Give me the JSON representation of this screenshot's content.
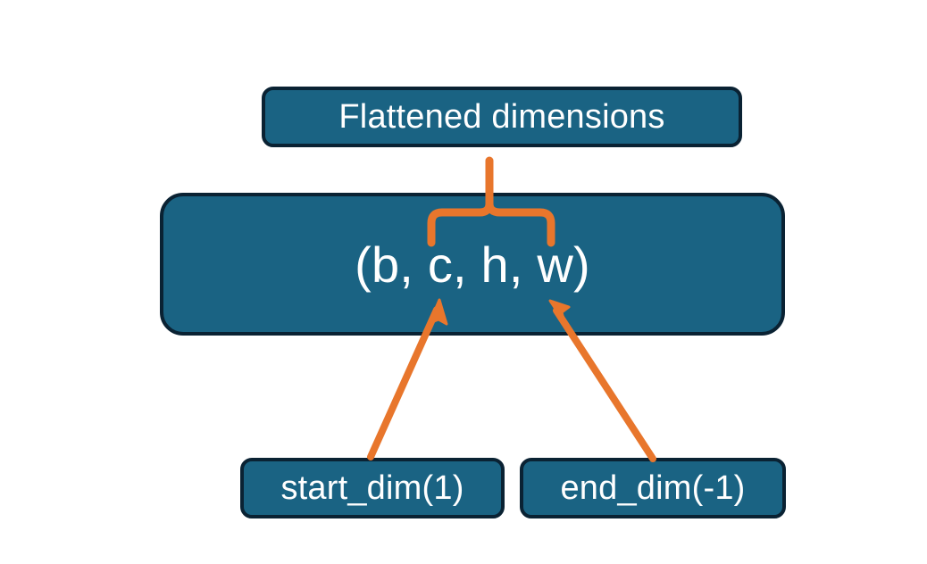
{
  "diagram": {
    "title_node": {
      "label": "Flattened dimensions",
      "name": "flattened-dimensions-box"
    },
    "shape_node": {
      "label": "(b, c, h, w)",
      "name": "tensor-shape-box"
    },
    "start_node": {
      "label": "start_dim(1)",
      "name": "start-dim-box"
    },
    "end_node": {
      "label": "end_dim(-1)",
      "name": "end-dim-box"
    },
    "connectors": {
      "brace": "curly-brace-connector",
      "start_arrow": "start-dim-arrow",
      "end_arrow": "end-dim-arrow"
    },
    "colors": {
      "box_fill": "#1a6383",
      "box_border": "#0a2233",
      "accent_orange": "#e8762c",
      "text": "#ffffff",
      "background": "#ffffff"
    }
  }
}
